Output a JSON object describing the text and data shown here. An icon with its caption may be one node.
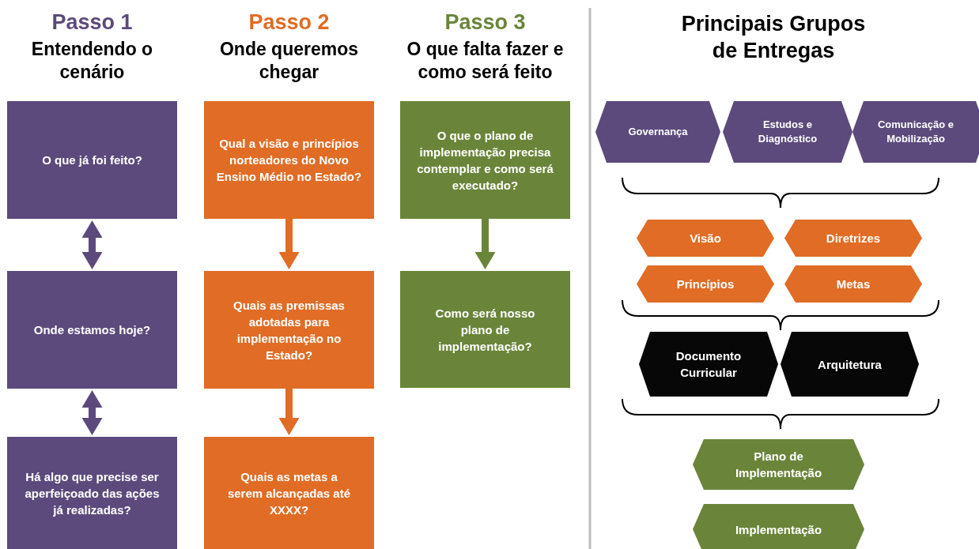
{
  "diagram": {
    "nodes": [
      {
        "text": [
          "O que já foi feito?"
        ]
      },
      {
        "text": [
          "Onde estamos hoje?"
        ]
      },
      {
        "text": [
          "Há algo que precise ser aperfeiçoado das ações já realizadas?"
        ]
      },
      {
        "text": [
          "Qual a visão e princípios norteadores do Novo Ensino Médio no Estado?"
        ]
      },
      {
        "text": [
          "Quais as premissas adotadas para implementação no Estado?"
        ]
      },
      {
        "text": [
          "Quais as metas a serem alcançadas até XXXX?"
        ]
      },
      {
        "text": [
          "O que o plano de implementação precisa contemplar e como será executado?"
        ]
      },
      {
        "text": [
          "Como será nosso plano de implementação?"
        ]
      },
      {
        "text": [
          "Governança"
        ]
      },
      {
        "text": [
          "Estudos e Diagnóstico"
        ]
      },
      {
        "text": [
          "Comunicação e Mobilização"
        ]
      },
      {
        "text": [
          "Visão"
        ]
      },
      {
        "text": [
          "Diretrizes"
        ]
      },
      {
        "text": [
          "Princípios"
        ]
      },
      {
        "text": [
          "Metas"
        ]
      },
      {
        "text": [
          "Documento Curricular"
        ]
      },
      {
        "text": [
          "Arquitetura"
        ]
      },
      {
        "text": [
          "Plano de Implementação"
        ]
      },
      {
        "text": [
          "Implementação"
        ]
      }
    ],
    "edges": [
      {
        "from": 0,
        "to": 1,
        "arrow": "both",
        "color": "#5c4a7c"
      },
      {
        "from": 1,
        "to": 2,
        "arrow": "both",
        "color": "#5c4a7c"
      },
      {
        "from": 3,
        "to": 4,
        "arrow": "to",
        "color": "#e06c25"
      },
      {
        "from": 4,
        "to": 5,
        "arrow": "to",
        "color": "#e06c25"
      },
      {
        "from": 6,
        "to": 7,
        "arrow": "to",
        "color": "#6a8539"
      }
    ],
    "labels": [
      "Passo 1",
      "Entendendo o cenário",
      "Passo 2",
      "Onde queremos chegar",
      "Passo 3",
      "O que falta fazer e como será feito",
      "Principais Grupos de Entregas"
    ]
  }
}
